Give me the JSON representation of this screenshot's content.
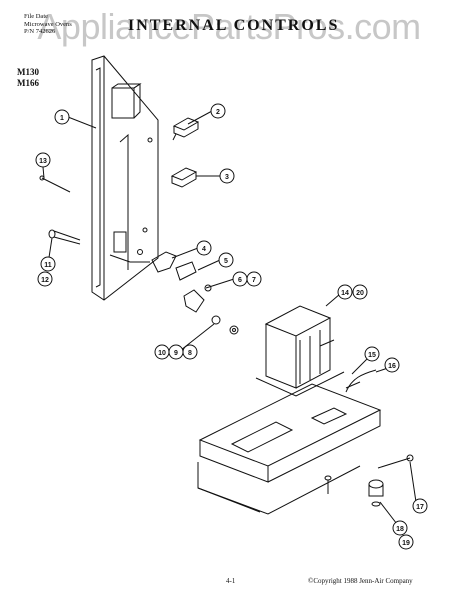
{
  "watermark": "AppliancePartsPros.com",
  "header": {
    "title": "INTERNAL CONTROLS",
    "meta_line1": "File Date",
    "meta_line2": "Microwave Ovens",
    "meta_line3": "P/N 742626"
  },
  "models": [
    "M130",
    "M166"
  ],
  "callouts": [
    "1",
    "2",
    "3",
    "4",
    "5",
    "6",
    "7",
    "8",
    "9",
    "10",
    "11",
    "12",
    "13",
    "14",
    "15",
    "16",
    "17",
    "18",
    "19",
    "20"
  ],
  "footer": {
    "page": "4-1",
    "copyright": "©Copyright 1988 Jenn-Air Company"
  }
}
